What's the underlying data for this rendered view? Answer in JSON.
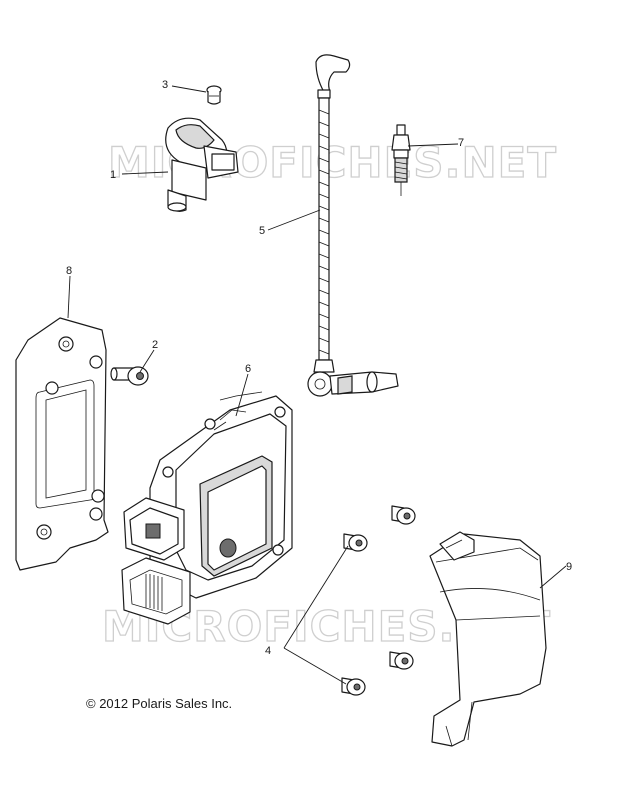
{
  "watermark": "MICROFICHES.NET",
  "copyright": "© 2012 Polaris Sales Inc.",
  "callouts": [
    {
      "id": "1",
      "label": "1"
    },
    {
      "id": "2",
      "label": "2"
    },
    {
      "id": "3",
      "label": "3"
    },
    {
      "id": "4",
      "label": "4"
    },
    {
      "id": "5",
      "label": "5"
    },
    {
      "id": "6",
      "label": "6"
    },
    {
      "id": "7",
      "label": "7"
    },
    {
      "id": "8",
      "label": "8"
    },
    {
      "id": "9",
      "label": "9"
    }
  ]
}
